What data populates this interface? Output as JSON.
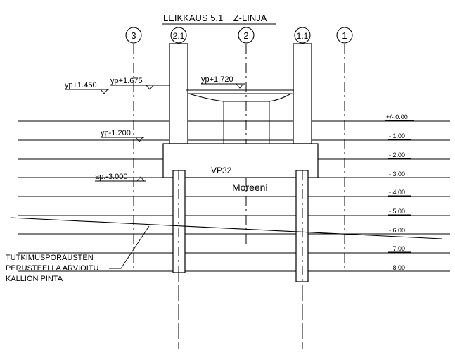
{
  "title": "LEIKKAUS 5.1    Z-LINJA",
  "axes": [
    "3",
    "2.1",
    "2",
    "1.1",
    "1"
  ],
  "level_labels": [
    "+/- 0.00",
    "- 1.00",
    "- 2.00",
    "- 3.00",
    "- 4.00",
    "- 5.00",
    "- 6.00",
    "- 7.00",
    "- 8.00"
  ],
  "elevations": {
    "yp_1450": "yp+1.450",
    "yp_1675": "yp+1.675",
    "yp_1720": "yp+1.720",
    "yp_m1200": "yp-1.200",
    "ap_m3000": "ap.-3.000"
  },
  "labels": {
    "foundation": "VP32",
    "soil": "Moreeni",
    "note": [
      "TUTKIMUSPORAUSTEN",
      "PERUSTEELLA ARVIOITU",
      "KALLION PINTA"
    ]
  }
}
